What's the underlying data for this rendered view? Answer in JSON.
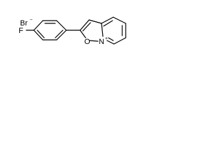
{
  "molecule": {
    "counter_ion": {
      "symbol": "Br",
      "charge": "−"
    },
    "substituent": {
      "symbol": "F"
    },
    "ring_oxygen": {
      "symbol": "O"
    },
    "ring_nitrogen": {
      "symbol": "N",
      "charge": "+"
    }
  }
}
